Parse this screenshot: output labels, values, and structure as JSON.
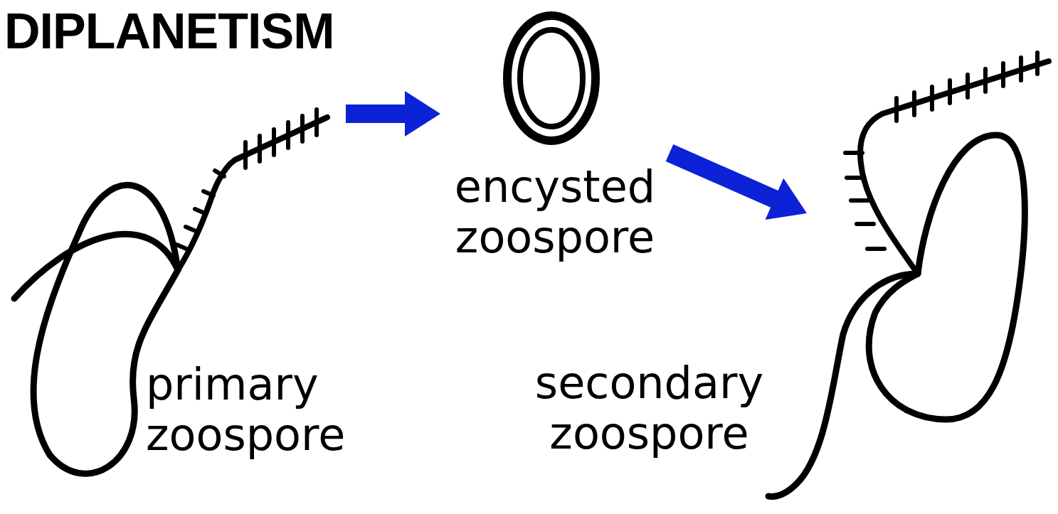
{
  "diagram": {
    "title": "DIPLANETISM",
    "nodes": [
      {
        "text": [
          "primary zoospore"
        ]
      },
      {
        "text": [
          "encysted zoospore"
        ]
      },
      {
        "text": [
          "secondary zoospore"
        ]
      }
    ],
    "edges": [
      {
        "from": 0,
        "to": 1,
        "arrow": "to"
      },
      {
        "from": 1,
        "to": 2,
        "arrow": "to"
      }
    ]
  }
}
